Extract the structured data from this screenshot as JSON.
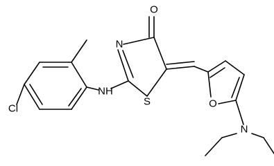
{
  "molecule": {
    "atom_labels": {
      "oxygen_carbonyl": "O",
      "nitrogen_ring": "N",
      "sulfur": "S",
      "amine_nh": "NH",
      "chlorine": "Cl",
      "oxygen_furan": "O",
      "nitrogen_diethyl": "N"
    }
  }
}
